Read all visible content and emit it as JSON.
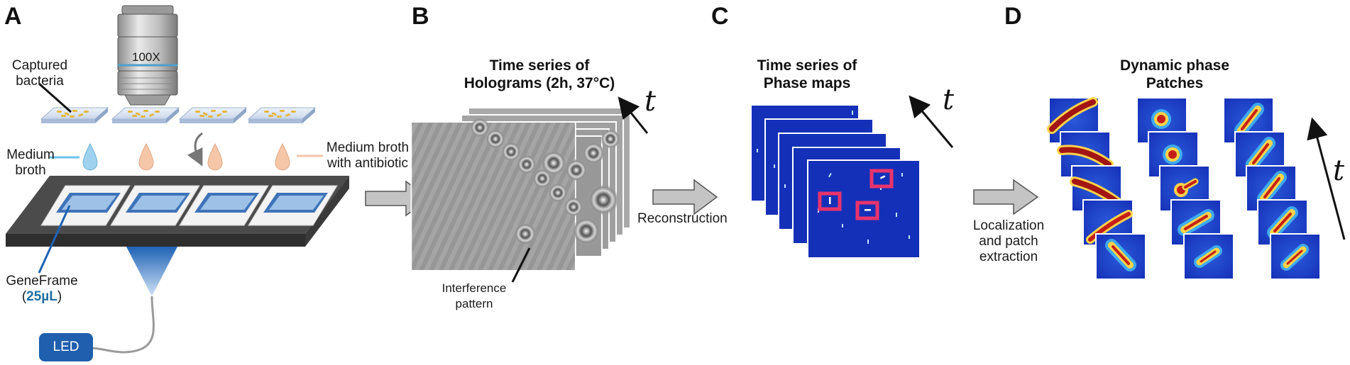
{
  "panels": {
    "a": {
      "letter": "A",
      "objective_label": "100X",
      "captured_line1": "Captured",
      "captured_line2": "bacteria",
      "medium_line1": "Medium",
      "medium_line2": "broth",
      "antibiotic_line1": "Medium broth",
      "antibiotic_line2": "with antibiotic",
      "geneframe_line1": "GeneFrame",
      "geneframe_open": "(",
      "geneframe_volume": "25µL",
      "geneframe_close": ")",
      "led": "LED"
    },
    "b": {
      "letter": "B",
      "title_line1": "Time series of",
      "title_line2": "Holograms (2h, 37°C)",
      "time_symbol": "t",
      "interference_line1": "Interference",
      "interference_line2": "pattern"
    },
    "c": {
      "letter": "C",
      "title_line1": "Time series of",
      "title_line2": "Phase maps",
      "time_symbol": "t",
      "arrow_label": "Reconstruction"
    },
    "d": {
      "letter": "D",
      "title_line1": "Dynamic phase",
      "title_line2": "Patches",
      "time_symbol": "t",
      "arrow_line1": "Localization",
      "arrow_line2": "and patch",
      "arrow_line3": "extraction"
    }
  },
  "colors": {
    "phase_background": "#1530b8",
    "highlight_box": "#e8336b",
    "glass_blue": "#6d9fd6",
    "frame_blue": "#3f73b8",
    "led_blue": "#1f5fae",
    "cone_blue": "#1f63b5",
    "stage_gray": "#4b4b4b",
    "arrow_gray": "#c4c4c4",
    "water_drop": "#9fd2ef",
    "broth_drop": "#f5c6a8",
    "bacteria": "#e5b73f"
  },
  "icons": {
    "objective": "microscope-objective-icon",
    "drop": "droplet-icon",
    "led": "led-source-icon"
  }
}
